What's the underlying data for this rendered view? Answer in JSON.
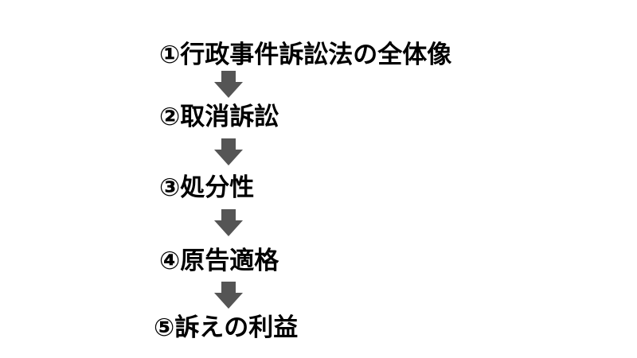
{
  "flow": {
    "steps": [
      {
        "label": "①行政事件訴訟法の全体像"
      },
      {
        "label": "②取消訴訟"
      },
      {
        "label": "③処分性"
      },
      {
        "label": "④原告適格"
      },
      {
        "label": "⑤訴えの利益"
      }
    ],
    "arrow_icon": "down-arrow-icon",
    "arrow_color": "#555555",
    "text_color": "#000000",
    "background_color": "#ffffff"
  }
}
